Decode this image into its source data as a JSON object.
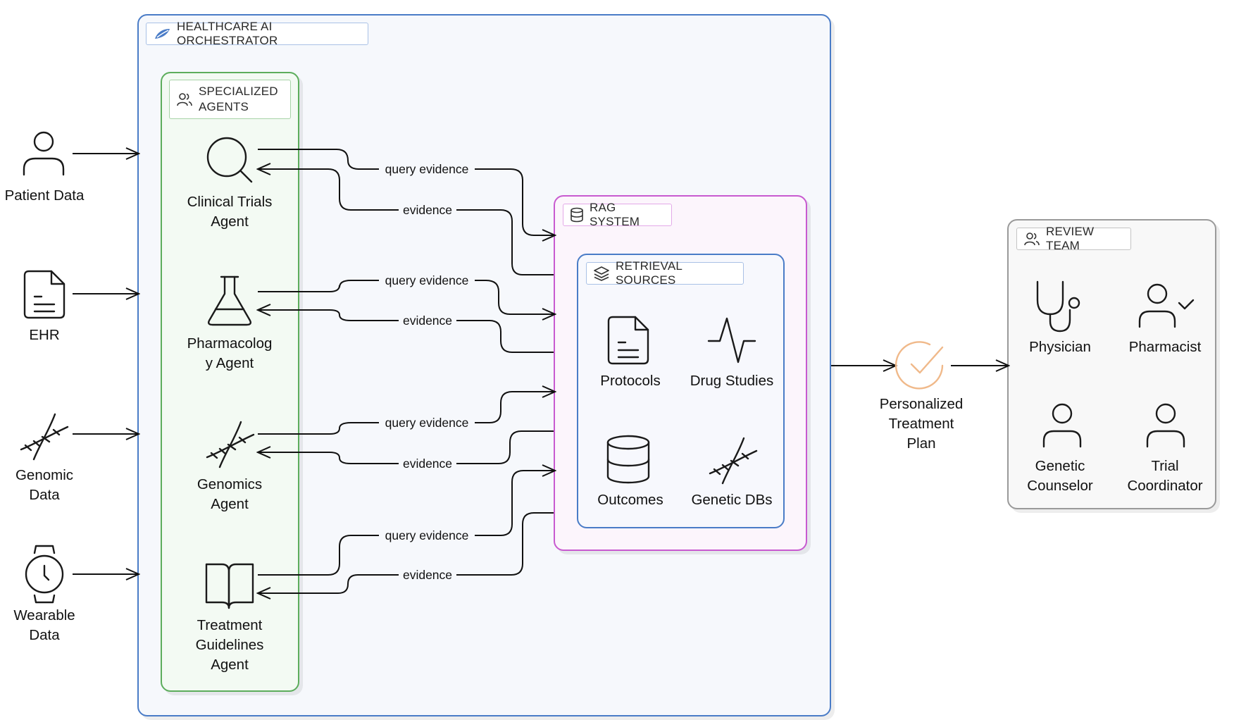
{
  "orchestrator": {
    "title": "HEALTHCARE AI ORCHESTRATOR"
  },
  "agents_group": {
    "title": "SPECIALIZED AGENTS"
  },
  "rag": {
    "title": "RAG SYSTEM"
  },
  "retrieval": {
    "title": "RETRIEVAL SOURCES"
  },
  "review": {
    "title": "REVIEW TEAM"
  },
  "inputs": [
    {
      "label": "Patient Data",
      "icon": "user-icon"
    },
    {
      "label": "EHR",
      "icon": "document-icon"
    },
    {
      "label": "Genomic\nData",
      "icon": "dna-icon"
    },
    {
      "label": "Wearable\nData",
      "icon": "watch-icon"
    }
  ],
  "agents": [
    {
      "label": "Clinical Trials\nAgent",
      "icon": "search-icon"
    },
    {
      "label": "Pharmacolog\ny Agent",
      "icon": "flask-icon"
    },
    {
      "label": "Genomics\nAgent",
      "icon": "dna-icon"
    },
    {
      "label": "Treatment\nGuidelines\nAgent",
      "icon": "book-icon"
    }
  ],
  "sources": [
    {
      "label": "Protocols",
      "icon": "document-icon"
    },
    {
      "label": "Drug Studies",
      "icon": "activity-icon"
    },
    {
      "label": "Outcomes",
      "icon": "database-icon"
    },
    {
      "label": "Genetic DBs",
      "icon": "dna-icon"
    }
  ],
  "output": {
    "label": "Personalized\nTreatment\nPlan",
    "icon": "check-circle-icon"
  },
  "reviewers": [
    {
      "label": "Physician",
      "icon": "stethoscope-icon"
    },
    {
      "label": "Pharmacist",
      "icon": "user-check-icon"
    },
    {
      "label": "Genetic\nCounselor",
      "icon": "user-icon"
    },
    {
      "label": "Trial\nCoordinator",
      "icon": "user-icon"
    }
  ],
  "edges": {
    "query_label": "query evidence",
    "evidence_label": "evidence"
  },
  "colors": {
    "orchestrator_border": "#4a7cc7",
    "orchestrator_fill": "#f6f8fc",
    "agents_border": "#5cad5c",
    "agents_fill": "#f3faf3",
    "rag_border": "#c85ad0",
    "rag_fill": "#fcf5fc",
    "retrieval_border": "#4a7cc7",
    "review_border": "#9a9a9a",
    "review_fill": "#f8f8f8",
    "output_accent": "#f0b98a"
  }
}
